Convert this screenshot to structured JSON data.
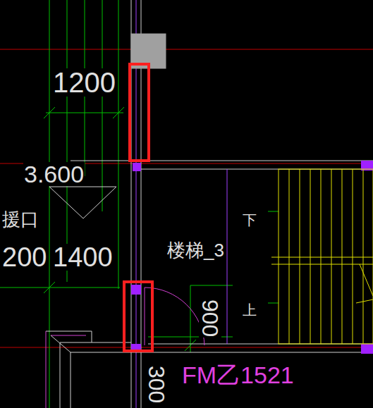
{
  "diagram": {
    "labels": [
      "1200",
      "3.600",
      "援口",
      "200",
      "1400",
      "楼梯_3",
      "下",
      "上",
      "900",
      "300",
      "FM乙1521"
    ]
  }
}
